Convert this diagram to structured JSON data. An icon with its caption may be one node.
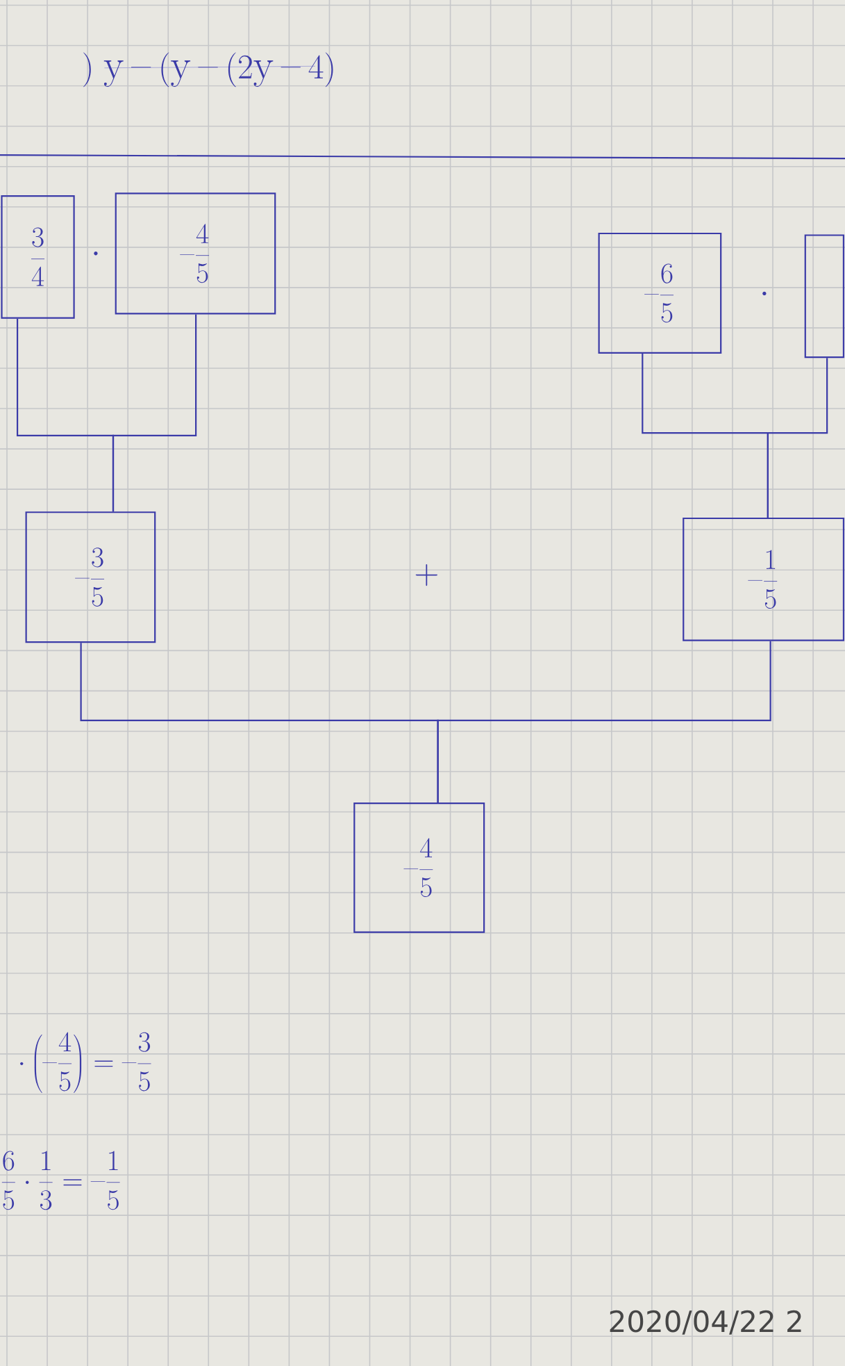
{
  "diagram": {
    "nodes": [
      {
        "text": [
          "\\frac{3}{4}"
        ]
      },
      {
        "text": [
          "-\\frac{4}{5}"
        ]
      },
      {
        "text": [
          "-\\frac{6}{5}"
        ]
      },
      {
        "text": [],
        "shape": "box"
      },
      {
        "text": [
          "-\\frac{3}{5}"
        ]
      },
      {
        "text": [
          "-\\frac{1}{5}"
        ]
      },
      {
        "text": [
          "-\\frac{4}{5}"
        ]
      }
    ],
    "edges": [
      {
        "from": 0,
        "to": 4,
        "arrow": "none"
      },
      {
        "from": 1,
        "to": 4,
        "arrow": "none"
      },
      {
        "from": 2,
        "to": 5,
        "arrow": "none"
      },
      {
        "from": 3,
        "to": 5,
        "arrow": "none"
      },
      {
        "from": 4,
        "to": 6,
        "arrow": "none"
      },
      {
        "from": 5,
        "to": 6,
        "arrow": "none"
      }
    ],
    "labels": [
      ")\\; y-(y-(2y-4)",
      "\\cdot",
      "\\cdot",
      "+",
      "\\cdot\\left(-\\frac{4}{5}\\right)=-\\frac{3}{5}",
      "\\frac{6}{5}\\cdot\\frac{1}{3}=-\\frac{1}{5}",
      "2020/04/22 2"
    ]
  }
}
